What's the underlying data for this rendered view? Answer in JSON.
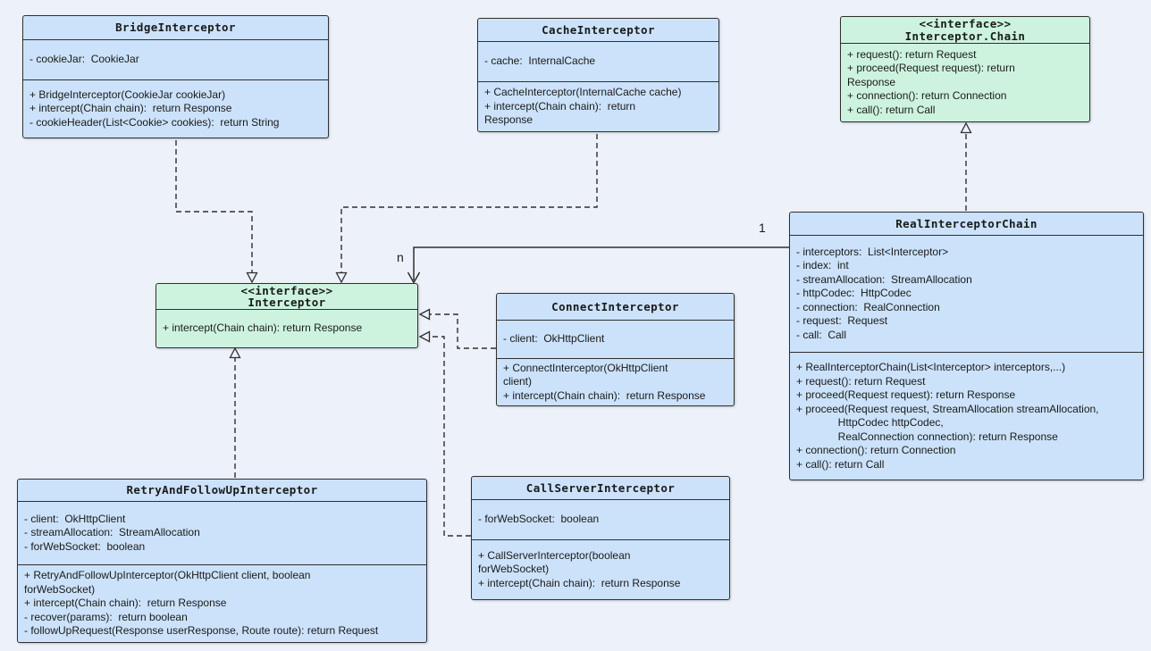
{
  "diagram": {
    "title": "OkHttp Interceptor UML class diagram",
    "colors": {
      "background": "#edf1f9",
      "class_fill": "#cbe2fa",
      "interface_fill": "#cdf3de",
      "border": "#2f2f2f"
    },
    "association": {
      "one": "1",
      "n": "n"
    },
    "relationships": [
      {
        "from": "BridgeInterceptor",
        "to": "Interceptor",
        "type": "realization-dashed-hollow-arrow"
      },
      {
        "from": "CacheInterceptor",
        "to": "Interceptor",
        "type": "realization-dashed-hollow-arrow"
      },
      {
        "from": "RetryAndFollowUpInterceptor",
        "to": "Interceptor",
        "type": "realization-dashed-hollow-arrow"
      },
      {
        "from": "ConnectInterceptor",
        "to": "Interceptor",
        "type": "realization-dashed-hollow-arrow"
      },
      {
        "from": "CallServerInterceptor",
        "to": "Interceptor",
        "type": "realization-dashed-hollow-arrow"
      },
      {
        "from": "RealInterceptorChain",
        "to": "Interceptor.Chain",
        "type": "realization-dashed-hollow-arrow"
      },
      {
        "from": "RealInterceptorChain",
        "to": "Interceptor",
        "type": "association-solid-open-arrow",
        "from_label": "1",
        "to_label": "n"
      }
    ]
  },
  "classes": [
    {
      "name": "BridgeInterceptor",
      "attributes": [
        "- cookieJar:  CookieJar"
      ],
      "methods": [
        "+ BridgeInterceptor(CookieJar cookieJar)",
        "+ intercept(Chain chain):  return Response",
        "- cookieHeader(List<Cookie> cookies):  return String"
      ]
    },
    {
      "name": "CacheInterceptor",
      "attributes": [
        "- cache:  InternalCache"
      ],
      "methods": [
        "+ CacheInterceptor(InternalCache cache)",
        "+ intercept(Chain chain):  return",
        "Response"
      ]
    },
    {
      "stereotype": "<<interface>>",
      "name": "Interceptor.Chain",
      "attributes": [],
      "methods": [
        "+ request(): return Request",
        "+ proceed(Request request): return",
        "Response",
        "+ connection(): return Connection",
        "+ call(): return Call"
      ]
    },
    {
      "name": "RealInterceptorChain",
      "attributes": [
        "- interceptors:  List<Interceptor>",
        "- index:  int",
        "- streamAllocation:  StreamAllocation",
        "- httpCodec:  HttpCodec",
        "- connection:  RealConnection",
        "- request:  Request",
        "- call:  Call"
      ],
      "methods": [
        "+ RealInterceptorChain(List<Interceptor> interceptors,...)",
        "+ request(): return Request",
        "+ proceed(Request request): return Response",
        "+ proceed(Request request, StreamAllocation streamAllocation,",
        "              HttpCodec httpCodec,",
        "              RealConnection connection): return Response",
        "+ connection(): return Connection",
        "+ call(): return Call"
      ]
    },
    {
      "stereotype": "<<interface>>",
      "name": "Interceptor",
      "attributes": [],
      "methods": [
        "+ intercept(Chain chain): return Response"
      ]
    },
    {
      "name": "ConnectInterceptor",
      "attributes": [
        "- client:  OkHttpClient"
      ],
      "methods": [
        "+ ConnectInterceptor(OkHttpClient",
        "client)",
        "+ intercept(Chain chain):  return Response"
      ]
    },
    {
      "name": "RetryAndFollowUpInterceptor",
      "attributes": [
        "- client:  OkHttpClient",
        "- streamAllocation:  StreamAllocation",
        "- forWebSocket:  boolean"
      ],
      "methods": [
        "+ RetryAndFollowUpInterceptor(OkHttpClient client, boolean",
        "forWebSocket)",
        "+ intercept(Chain chain):  return Response",
        "- recover(params):  return boolean",
        "- followUpRequest(Response userResponse, Route route): return Request"
      ]
    },
    {
      "name": "CallServerInterceptor",
      "attributes": [
        "- forWebSocket:  boolean"
      ],
      "methods": [
        "+ CallServerInterceptor(boolean",
        "forWebSocket)",
        "+ intercept(Chain chain):  return Response"
      ]
    }
  ]
}
